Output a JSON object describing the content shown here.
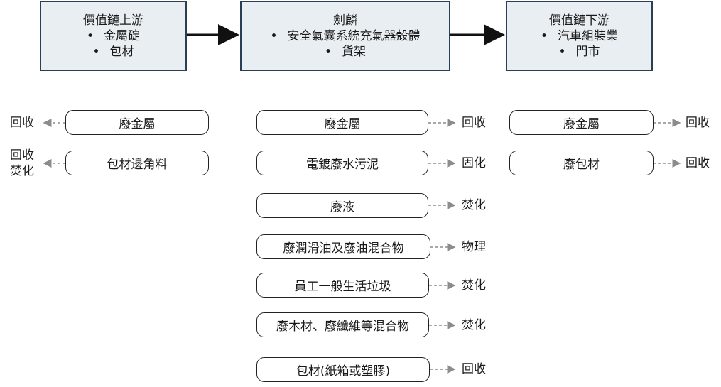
{
  "top": {
    "upstream": {
      "title": "價值鏈上游",
      "items": [
        "金屬碇",
        "包材"
      ]
    },
    "center": {
      "title": "劍麟",
      "items": [
        "安全氣囊系統充氣器殼體",
        "貨架"
      ]
    },
    "downstream": {
      "title": "價值鏈下游",
      "items": [
        "汽車組裝業",
        "門市"
      ]
    }
  },
  "bullet": "•",
  "left": {
    "waste": [
      "廢金屬",
      "包材邊角料"
    ],
    "treat": [
      "回收",
      "回收\n焚化"
    ]
  },
  "mid": {
    "waste": [
      "廢金屬",
      "電鍍廢水污泥",
      "廢液",
      "廢潤滑油及廢油混合物",
      "員工一般生活垃圾",
      "廢木材、廢纖維等混合物",
      "包材(紙箱或塑膠)"
    ],
    "treat": [
      "回收",
      "固化",
      "焚化",
      "物理",
      "焚化",
      "焚化",
      "回收"
    ]
  },
  "right": {
    "waste": [
      "廢金屬",
      "廢包材"
    ],
    "treat": [
      "回收",
      "回收"
    ]
  },
  "colors": {
    "box_fill": "#e9eef3",
    "box_border": "#2a3f55",
    "dashed_arrow": "#8c8c8c"
  }
}
